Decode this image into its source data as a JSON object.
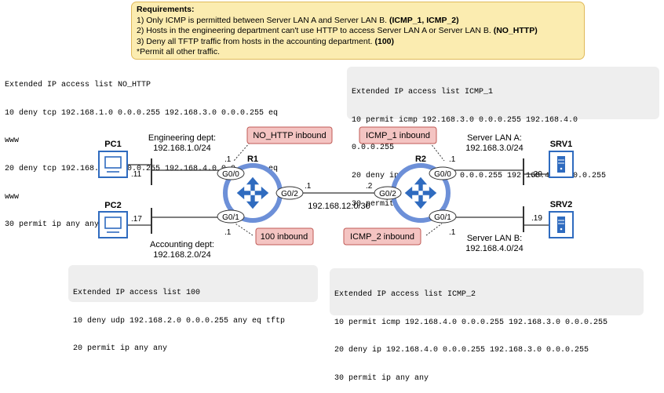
{
  "requirements": {
    "title": "Requirements:",
    "items": [
      {
        "text": "1) Only ICMP is permitted between Server LAN A and Server LAN B. ",
        "bold": "(ICMP_1, ICMP_2)"
      },
      {
        "text": "2) Hosts in the engineering department can't use HTTP to access Server LAN A or Server LAN B. ",
        "bold": "(NO_HTTP)"
      },
      {
        "text": "3) Deny all TFTP traffic from hosts in the accounting department. ",
        "bold": "(100)"
      },
      {
        "text": "*Permit all other traffic.",
        "bold": ""
      }
    ]
  },
  "acls": {
    "no_http": [
      "Extended IP access list NO_HTTP",
      "10 deny tcp 192.168.1.0 0.0.0.255 192.168.3.0 0.0.0.255 eq",
      "www",
      "20 deny tcp 192.168.1.0 0.0.0.255 192.168.4.0 0.0.0.255 eq",
      "www",
      "30 permit ip any any"
    ],
    "icmp_1": [
      "Extended IP access list ICMP_1",
      "10 permit icmp 192.168.3.0 0.0.0.255 192.168.4.0",
      "0.0.0.255",
      "20 deny ip 192.168.3.0 0.0.0.255 192.168.4.0 0.0.0.255",
      "30 permit ip any any"
    ],
    "acl_100": [
      "Extended IP access list 100",
      "10 deny udp 192.168.2.0 0.0.0.255 any eq tftp",
      "20 permit ip any any"
    ],
    "icmp_2": [
      "Extended IP access list ICMP_2",
      "10 permit icmp 192.168.4.0 0.0.0.255 192.168.3.0 0.0.0.255",
      "20 deny ip 192.168.4.0 0.0.0.255 192.168.3.0 0.0.0.255",
      "30 permit ip any any"
    ]
  },
  "diagram": {
    "pc1": "PC1",
    "pc2": "PC2",
    "srv1": "SRV1",
    "srv2": "SRV2",
    "r1": "R1",
    "r2": "R2",
    "eng_dept": "Engineering dept:",
    "eng_net": "192.168.1.0/24",
    "acc_dept": "Accounting dept:",
    "acc_net": "192.168.2.0/24",
    "lan_a": "Server LAN A:",
    "lan_a_net": "192.168.3.0/24",
    "lan_b": "Server LAN B:",
    "lan_b_net": "192.168.4.0/24",
    "wan_net": "192.168.12.0/30",
    "pc1_host": ".11",
    "pc2_host": ".17",
    "srv1_host": ".29",
    "srv2_host": ".19",
    "r1_g00_ip": ".1",
    "r1_g01_ip": ".1",
    "r1_g02_ip": ".1",
    "r2_g02_ip": ".2",
    "r2_g00_ip": ".1",
    "r2_g01_ip": ".1",
    "g00": "G0/0",
    "g01": "G0/1",
    "g02": "G0/2",
    "tag_no_http": "NO_HTTP inbound",
    "tag_100": "100 inbound",
    "tag_icmp1": "ICMP_1 inbound",
    "tag_icmp2": "ICMP_2 inbound"
  },
  "colors": {
    "router_ring": "#6d90d8",
    "router_fill": "#ffffff",
    "pc_blue": "#2f6bbf",
    "server_blue": "#2f6bbf",
    "tag_fill": "#f4c4c2",
    "tag_border": "#c05a55",
    "requirements_bg": "#fbecb0",
    "acl_bg": "#eeeeee"
  }
}
